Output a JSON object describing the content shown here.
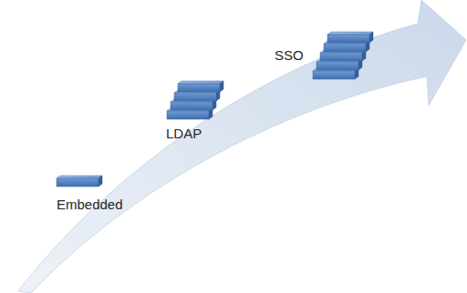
{
  "diagram": {
    "nodes": [
      {
        "text": [
          "Embedded"
        ]
      },
      {
        "text": [
          "LDAP"
        ]
      },
      {
        "text": [
          "SSO"
        ]
      }
    ]
  }
}
